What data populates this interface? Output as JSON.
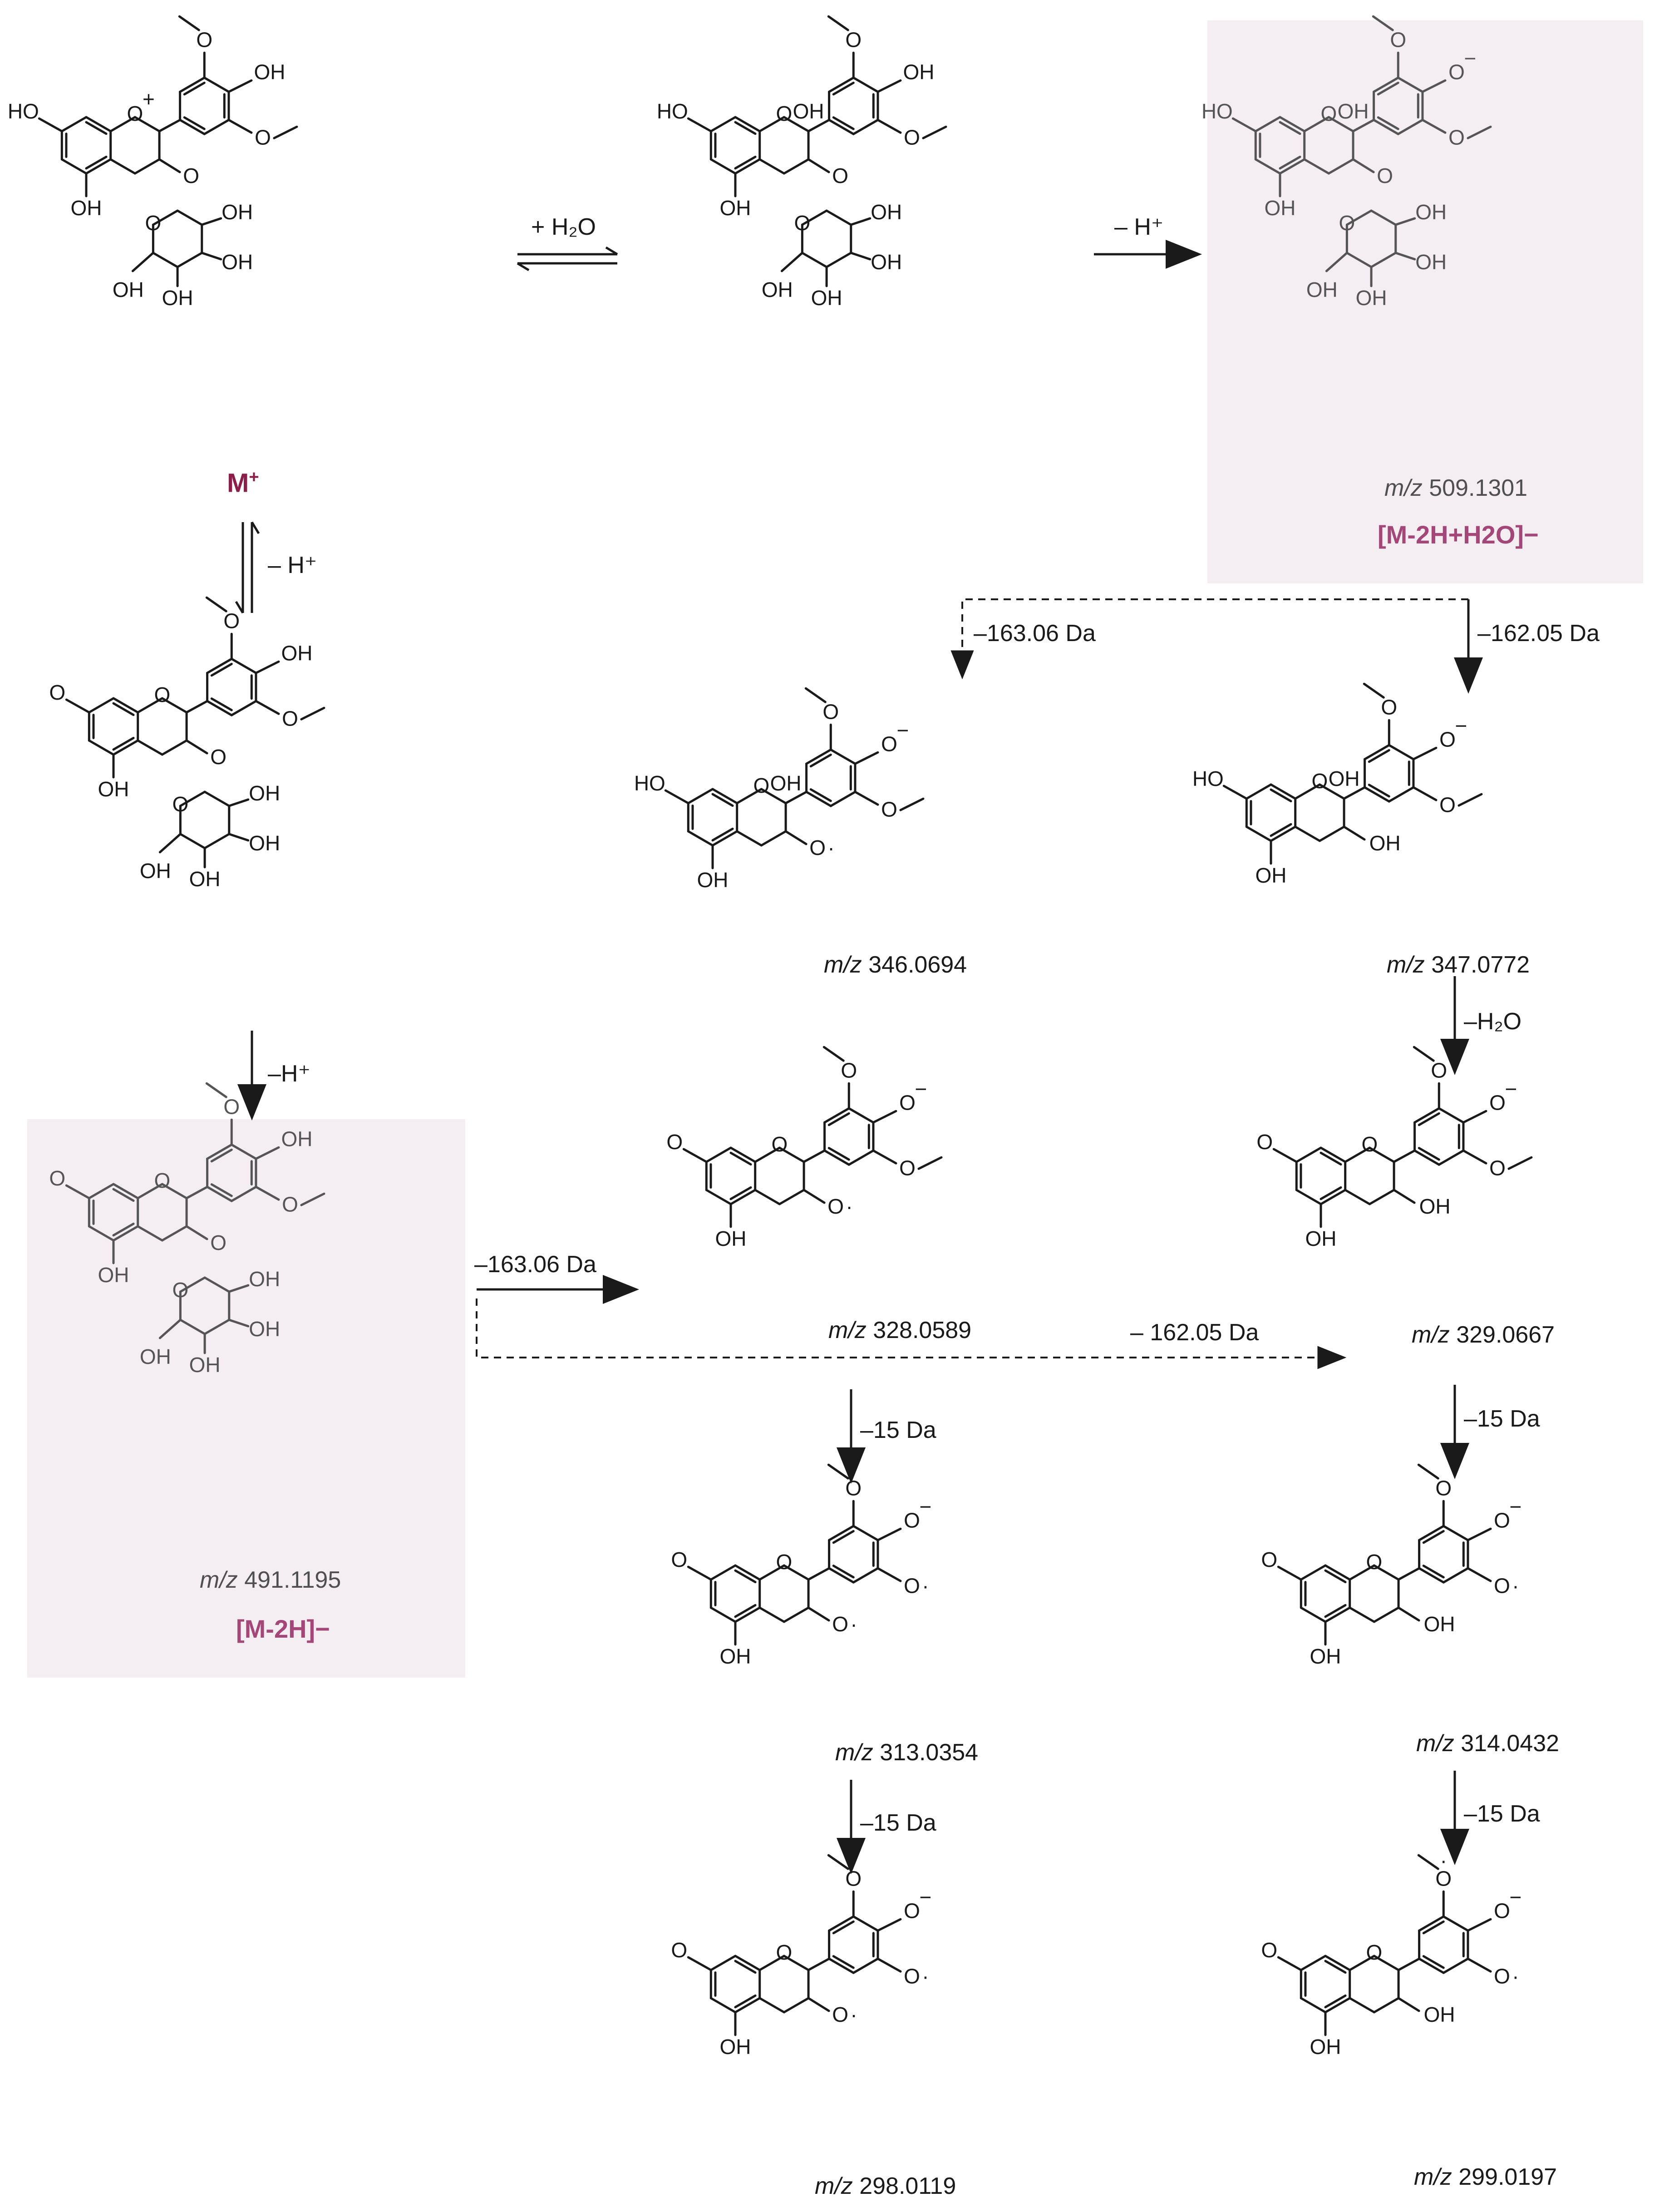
{
  "figure": {
    "structures": [
      {
        "id": "m_plus",
        "label": "M",
        "charge_label": "+"
      },
      {
        "id": "hemiketal"
      },
      {
        "id": "ion_509",
        "mz_prefix": "m/z",
        "mz": "509.1301",
        "ion_label": "[M-2H+H2O]−"
      },
      {
        "id": "quinoidal_base"
      },
      {
        "id": "ion_491",
        "mz_prefix": "m/z",
        "mz": "491.1195",
        "ion_label": "[M-2H]−"
      },
      {
        "id": "f346",
        "mz_prefix": "m/z",
        "mz": "346.0694"
      },
      {
        "id": "f347",
        "mz_prefix": "m/z",
        "mz": "347.0772"
      },
      {
        "id": "f328",
        "mz_prefix": "m/z",
        "mz": "328.0589"
      },
      {
        "id": "f329",
        "mz_prefix": "m/z",
        "mz": "329.0667"
      },
      {
        "id": "f313",
        "mz_prefix": "m/z",
        "mz": "313.0354"
      },
      {
        "id": "f314",
        "mz_prefix": "m/z",
        "mz": "314.0432"
      },
      {
        "id": "f298",
        "mz_prefix": "m/z",
        "mz": "298.0119"
      },
      {
        "id": "f299",
        "mz_prefix": "m/z",
        "mz": "299.0197"
      }
    ],
    "steps": {
      "hydration": "+ H₂O",
      "deprot_top": "– H⁺",
      "deprot_left1": "– H⁺",
      "deprot_left2": "–H⁺",
      "loss_163_a": "–163.06 Da",
      "loss_162_a": "–162.05 Da",
      "loss_h2o": "–H₂O",
      "loss_163_b": "–163.06 Da",
      "loss_162_b": "– 162.05 Da",
      "loss_15_a": "–15 Da",
      "loss_15_b": "–15 Da",
      "loss_15_c": "–15 Da",
      "loss_15_d": "–15 Da"
    },
    "atom_labels": {
      "hydroxyl": "OH",
      "hydroxyl_left": "HO",
      "ring_oxygen": "O",
      "oxide": "O",
      "oxide_charge": "−",
      "radical_dot": "·",
      "cation": "+"
    },
    "colors": {
      "highlight_box": "#f4eef3",
      "ion_label": "#a34778",
      "mplus_label": "#8a1f4c",
      "bond": "#1a1a1a",
      "bond_muted": "#555555"
    }
  }
}
